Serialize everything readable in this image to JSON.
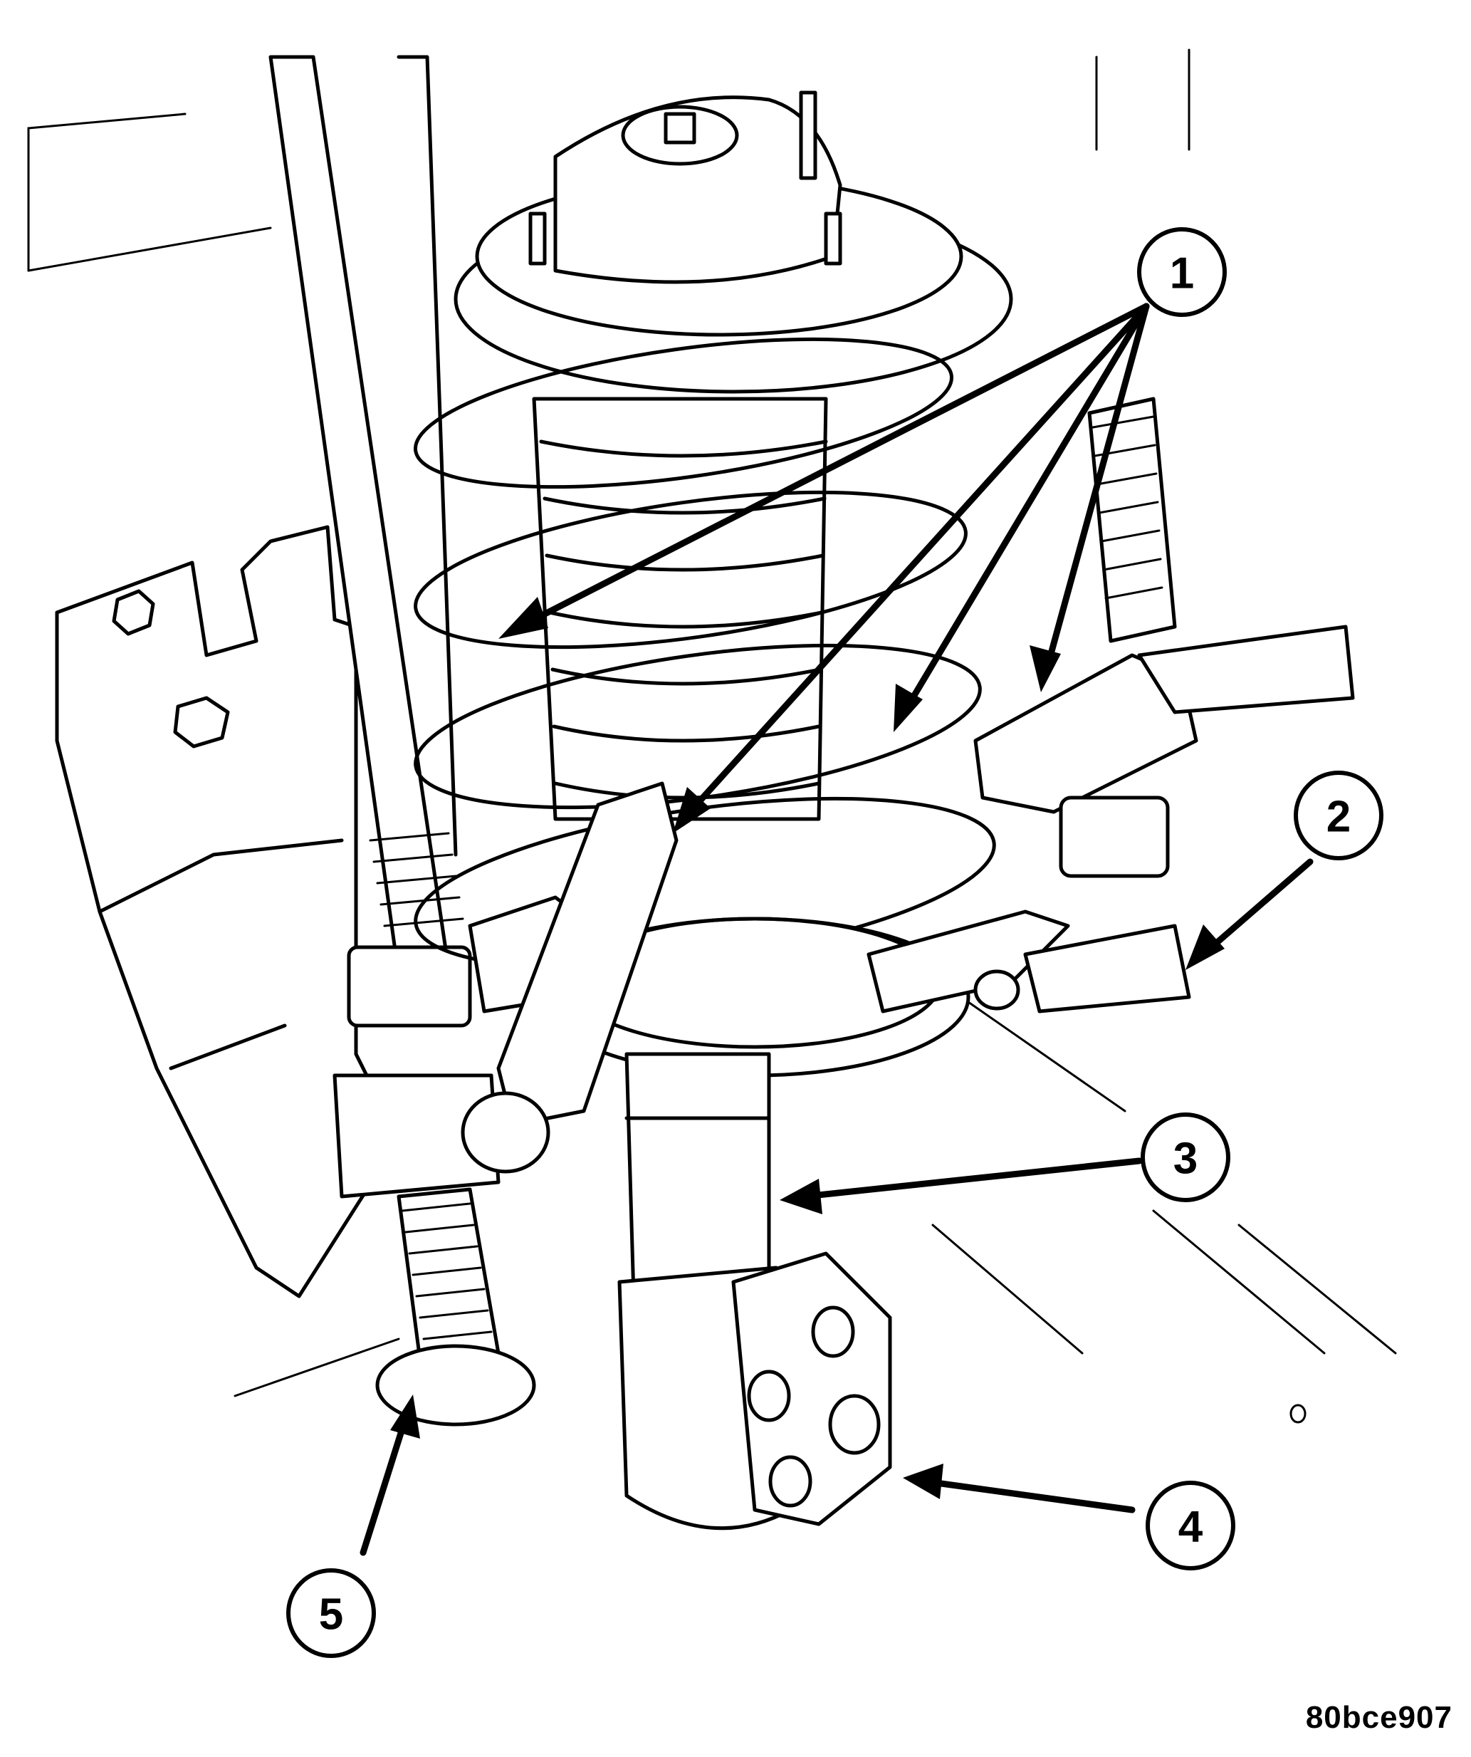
{
  "figure": {
    "id_code": "80bce907"
  },
  "callouts": [
    {
      "key": "1",
      "label": "1"
    },
    {
      "key": "2",
      "label": "2"
    },
    {
      "key": "3",
      "label": "3"
    },
    {
      "key": "4",
      "label": "4"
    },
    {
      "key": "5",
      "label": "5"
    }
  ]
}
